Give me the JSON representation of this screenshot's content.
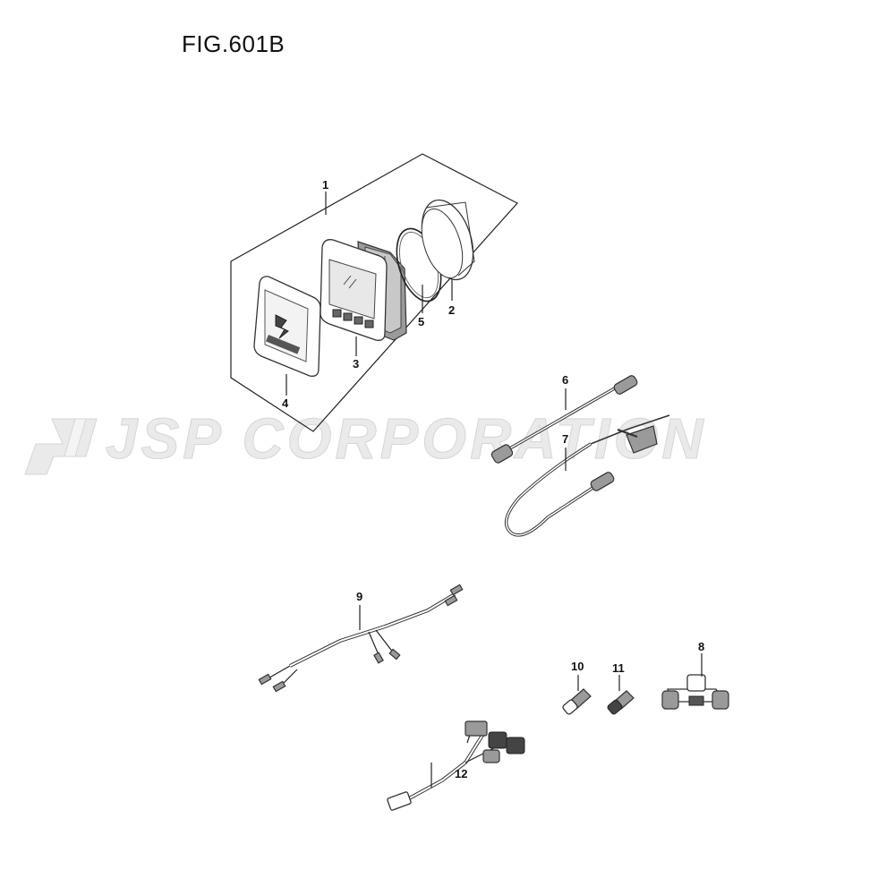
{
  "figure": {
    "title": "FIG.601B"
  },
  "watermark": {
    "text": "JSP CORPORATION"
  },
  "callouts": {
    "c1": "1",
    "c2": "2",
    "c3": "3",
    "c4": "4",
    "c5": "5",
    "c6": "6",
    "c7": "7",
    "c8": "8",
    "c9": "9",
    "c10": "10",
    "c11": "11",
    "c12": "12"
  }
}
